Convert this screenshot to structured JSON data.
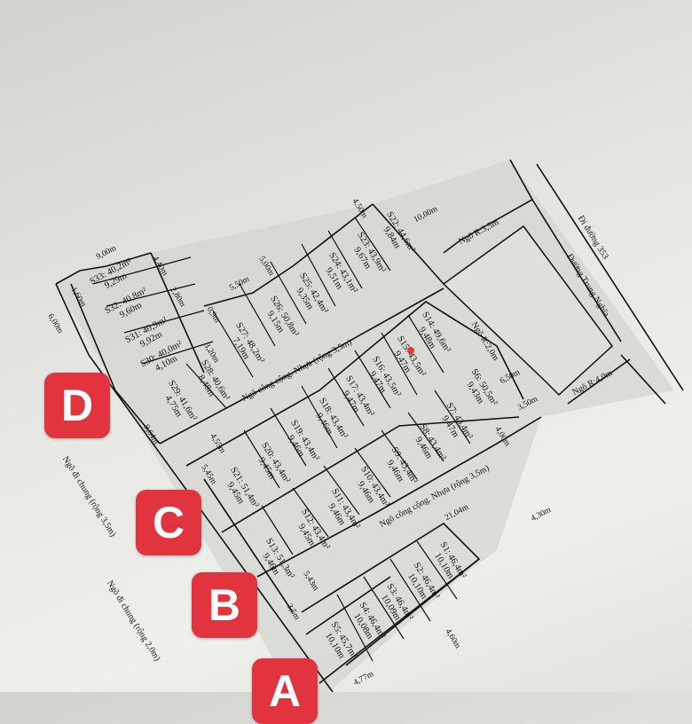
{
  "roads": {
    "r35": "Ngõ R:3,5m",
    "to353": "Đi đường 353",
    "trung_nghia": "Đường Trung Nghĩa",
    "r20": "Ngõ R:2,0m",
    "r40": "Ngõ R:4,0m",
    "cong_cong_1": "Ngõ công cộng. Nhựa (rộng 3,5m)",
    "cong_cong_2": "Ngõ công cộng. Nhựa (rộng 3,5m)",
    "di_chung_35": "Ngõ đi chung (rộng 3,5m)",
    "di_chung_20": "Ngõ đi chung (rộng 2,0m)"
  },
  "plots": [
    {
      "name": "S1: 46,4m²",
      "depth": "10,10m"
    },
    {
      "name": "S2: 46,4m²",
      "depth": "10,10m"
    },
    {
      "name": "S3: 46,4m²",
      "depth": "10,09m"
    },
    {
      "name": "S4: 46,4m²",
      "depth": "10,08m"
    },
    {
      "name": "S5: 45,7m²",
      "depth": "10,10m"
    },
    {
      "name": "S6: 50,5m²",
      "depth": "9,43m"
    },
    {
      "name": "S7: 43,4m²",
      "depth": "9,47m"
    },
    {
      "name": "S8: 43,4m²",
      "depth": "9,46m"
    },
    {
      "name": "S9: 43,4m²",
      "depth": "9,46m"
    },
    {
      "name": "S10: 43,4m²",
      "depth": "9,46m"
    },
    {
      "name": "S11: 43,4m²",
      "depth": "9,46m"
    },
    {
      "name": "S12: 43,4m²",
      "depth": "9,45m"
    },
    {
      "name": "S13: 51,3m²",
      "depth": "9,46m"
    },
    {
      "name": "S14: 49,6m²",
      "depth": "9,48m"
    },
    {
      "name": "S15: 43,5m²",
      "depth": "9,47m"
    },
    {
      "name": "S16: 43,5m²",
      "depth": "9,47m"
    },
    {
      "name": "S17: 43,4m²",
      "depth": "9,47m"
    },
    {
      "name": "S18: 43,4m²",
      "depth": "9,46m"
    },
    {
      "name": "S19: 43,4m²",
      "depth": "9,46m"
    },
    {
      "name": "S20: 43,4m²",
      "depth": "9,45m"
    },
    {
      "name": "S21: 51,4m²",
      "depth": "9,45m"
    },
    {
      "name": "S22: 44,6m²",
      "depth": "9,84m"
    },
    {
      "name": "S23: 43,9m²",
      "depth": "9,67m"
    },
    {
      "name": "S24: 43,1m²",
      "depth": "9,51m"
    },
    {
      "name": "S25: 42,4m²",
      "depth": "9,35m"
    },
    {
      "name": "S26: 50,8m²",
      "depth": "9,15m"
    },
    {
      "name": "S27: 48,2m²",
      "depth": "7,19m"
    },
    {
      "name": "S28: 40,6m²",
      "depth": "8,48m"
    },
    {
      "name": "S29: 41,6m²",
      "depth": "4,75m"
    },
    {
      "name": "S30: 40,0m²",
      "depth": "4,10m"
    },
    {
      "name": "S31: 40,9m²",
      "depth": "9,92m"
    },
    {
      "name": "S32: 40,8m²",
      "depth": "9,60m"
    },
    {
      "name": "S33: 40,2m²",
      "depth": "9,29m"
    }
  ],
  "dims": [
    "10,00m",
    "4,50m",
    "5,50m",
    "5,00m",
    "3,50m",
    "4,00m",
    "6,50m",
    "21,04m",
    "6,00m",
    "9,00m",
    "4,40m",
    "2,80m",
    "1,60m",
    "0,9m",
    "3,20m",
    "4,55m",
    "9,64m",
    "3,5m",
    "4,30m",
    "4,77m",
    "4,60m",
    "5,45m",
    "5,43m"
  ],
  "badges": [
    "D",
    "C",
    "B",
    "A"
  ],
  "colors": {
    "badge": "#e2343f",
    "marker": "#e53935"
  }
}
